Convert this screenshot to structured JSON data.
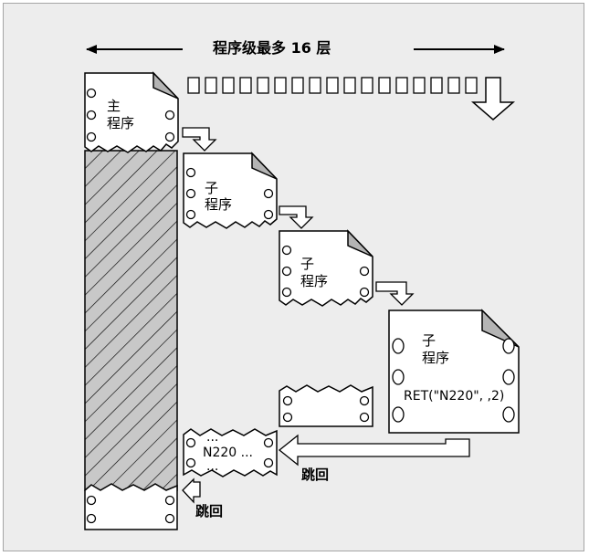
{
  "title": "程序级最多 16 层",
  "main_program": {
    "line1": "主",
    "line2": "程序"
  },
  "subprograms": [
    {
      "line1": "子",
      "line2": "程序"
    },
    {
      "line1": "子",
      "line2": "程序"
    },
    {
      "line1": "子",
      "line2": "程序",
      "code": "RET(\"N220\", ,2)"
    }
  ],
  "return_block": {
    "line1": "...",
    "line2": "N220 ...",
    "line3": "..."
  },
  "jump_back_labels": [
    "跳回",
    "跳回"
  ],
  "colors": {
    "background": "#ededed",
    "sheet": "#ffffff",
    "fold": "#b4b4b4",
    "outline": "#000000"
  }
}
